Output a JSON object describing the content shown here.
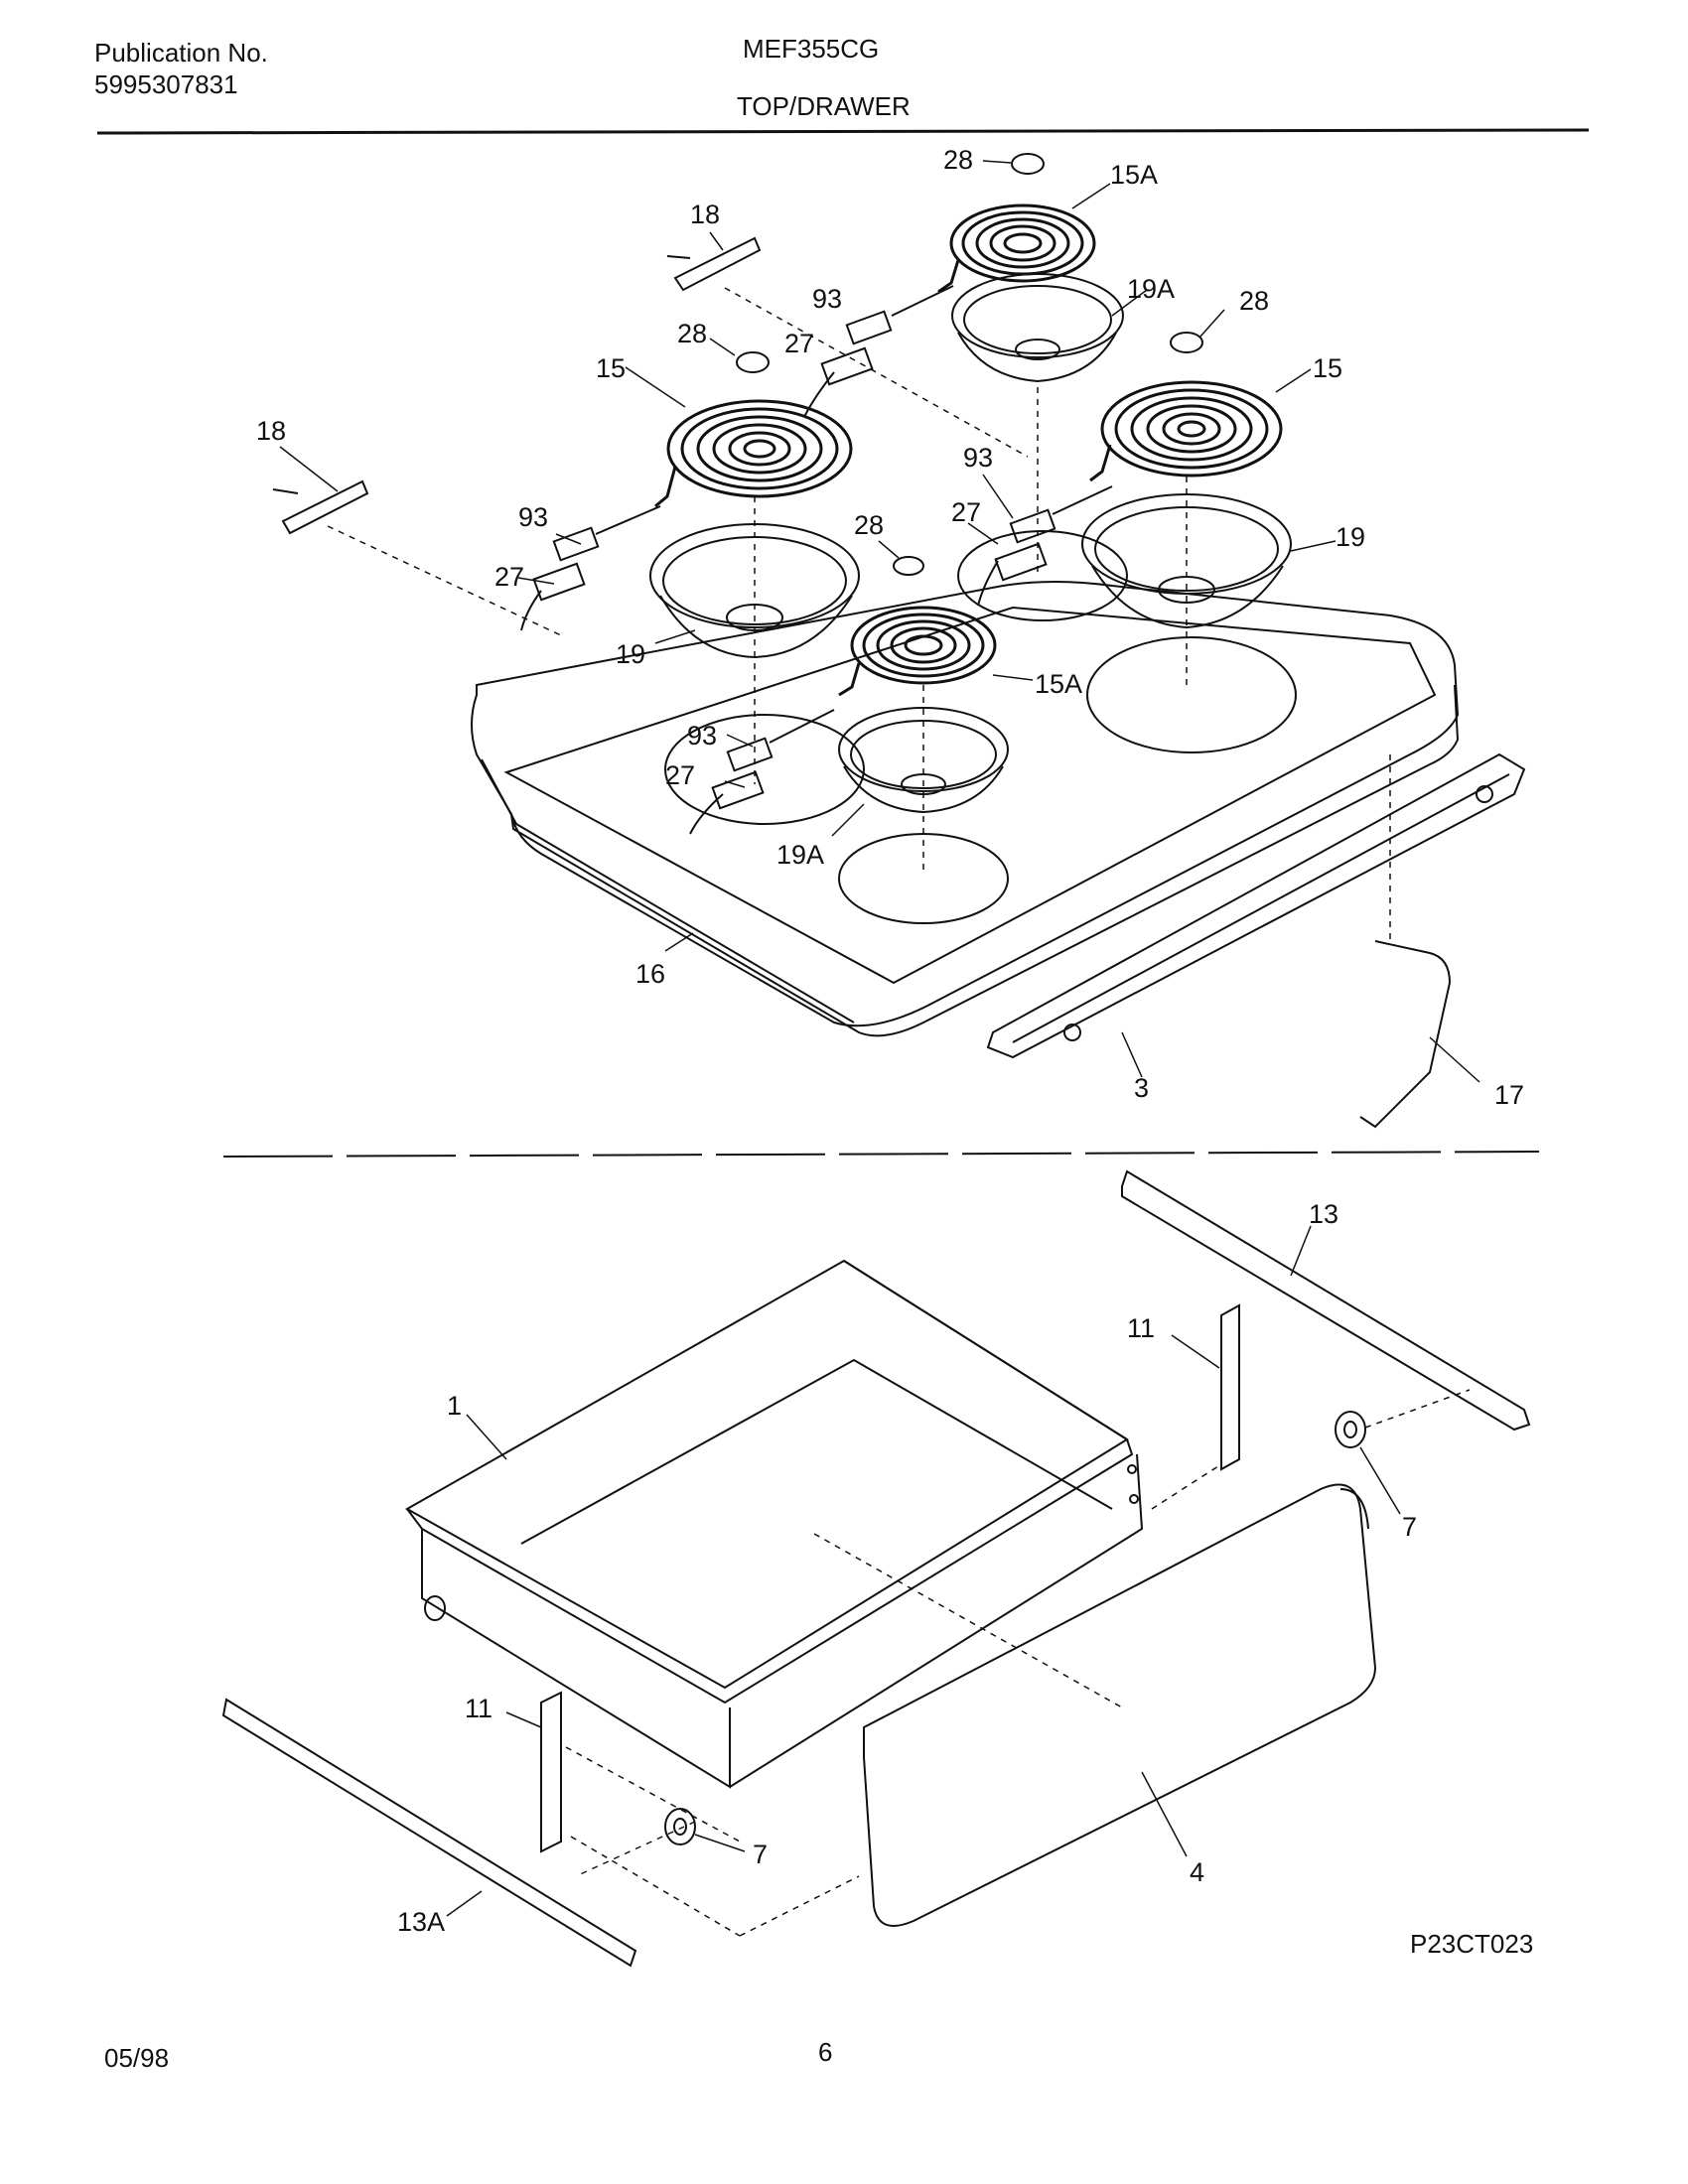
{
  "header": {
    "publication_label": "Publication No.",
    "publication_number": "5995307831",
    "model": "MEF355CG",
    "section": "TOP/DRAWER"
  },
  "callouts": {
    "c28_top": "28",
    "c15A_top": "15A",
    "c18_top": "18",
    "c93_top": "93",
    "c19A_top": "19A",
    "c28_rt": "28",
    "c28_lt": "28",
    "c27_top": "27",
    "c15_left": "15",
    "c15_right": "15",
    "c18_left": "18",
    "c93_mid": "93",
    "c27_mid": "27",
    "c93_left": "93",
    "c28_mid": "28",
    "c19_right": "19",
    "c27_left": "27",
    "c19_left": "19",
    "c15A_front": "15A",
    "c93_front": "93",
    "c27_front": "27",
    "c19A_front": "19A",
    "c16": "16",
    "c3": "3",
    "c17": "17",
    "c13": "13",
    "c11_right": "11",
    "c1": "1",
    "c7_right": "7",
    "c11_left": "11",
    "c7_left": "7",
    "c4": "4",
    "c13A": "13A"
  },
  "figure_code": "P23CT023",
  "footer": {
    "date": "05/98",
    "page_number": "6"
  }
}
